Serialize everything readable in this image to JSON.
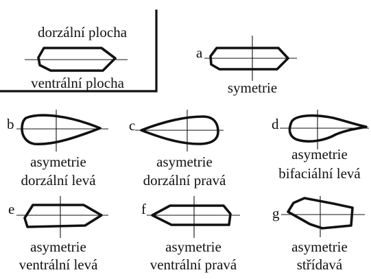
{
  "legend": {
    "top_label": "dorzální plocha",
    "bottom_label": "ventrální plocha"
  },
  "shapes": [
    {
      "id": "a",
      "letter": "a",
      "caption": [
        "symetrie"
      ]
    },
    {
      "id": "b",
      "letter": "b",
      "caption": [
        "asymetrie",
        "dorzální levá"
      ]
    },
    {
      "id": "c",
      "letter": "c",
      "caption": [
        "asymetrie",
        "dorzální pravá"
      ]
    },
    {
      "id": "d",
      "letter": "d",
      "caption": [
        "asymetrie",
        "bifaciální levá"
      ]
    },
    {
      "id": "e",
      "letter": "e",
      "caption": [
        "asymetrie",
        "ventrální levá"
      ]
    },
    {
      "id": "f",
      "letter": "f",
      "caption": [
        "asymetrie",
        "ventrální pravá"
      ]
    },
    {
      "id": "g",
      "letter": "g",
      "caption": [
        "asymetrie",
        "střídavá"
      ]
    }
  ]
}
